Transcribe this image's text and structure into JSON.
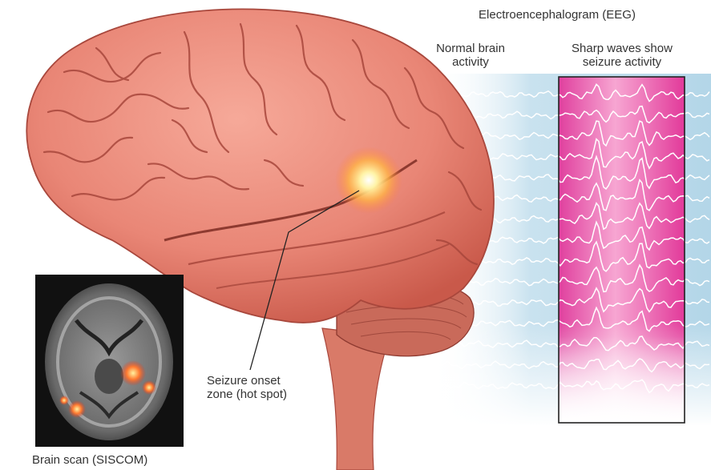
{
  "labels": {
    "eeg_title": "Electroencephalogram (EEG)",
    "normal_line1": "Normal brain",
    "normal_line2": "activity",
    "sharp_line1": "Sharp waves show",
    "sharp_line2": "seizure activity",
    "onset_line1": "Seizure onset",
    "onset_line2": "zone (hot spot)",
    "scan_caption": "Brain scan (SISCOM)"
  },
  "colors": {
    "brain": "#e9877a",
    "brain_fold": "#a8473c",
    "cerebellum": "#c96a5a",
    "brain_stem": "#d97a68",
    "eeg_background": "#b9d9ea",
    "seizure_panel": "#e8329a",
    "eeg_trace": "#ffffff",
    "hot_spot": "#fff3a6",
    "scan_background": "#111111"
  },
  "eeg": {
    "trace_count": 15,
    "seizure_panel_framed": true
  }
}
